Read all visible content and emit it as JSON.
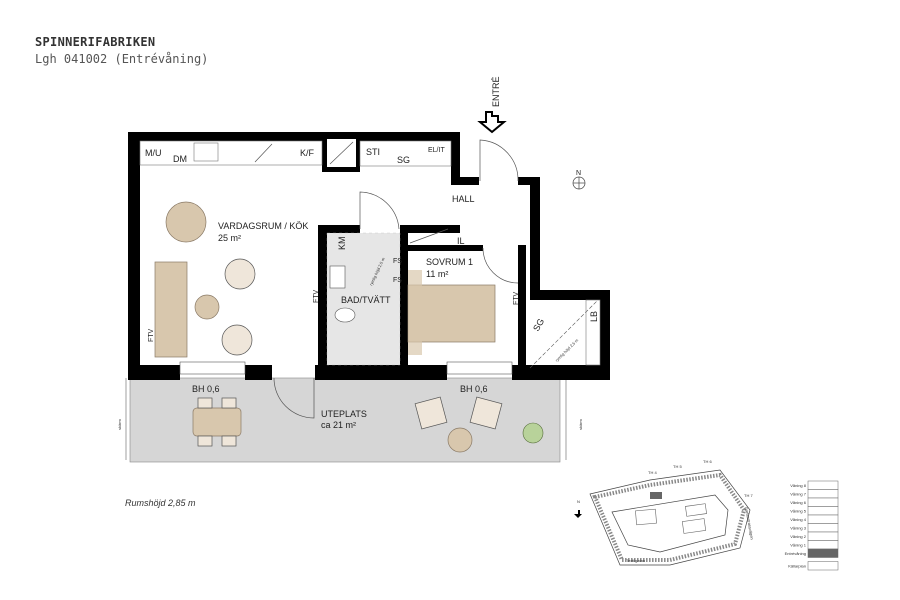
{
  "header": {
    "project": "SPINNERIFABRIKEN",
    "apartment": "Lgh 041002 (Entrévåning)"
  },
  "plan": {
    "entrance": "ENTRÉ",
    "fixtures": {
      "mu": "M/U",
      "dm": "DM",
      "kf": "K/F",
      "sti": "STI",
      "sg_top": "SG",
      "elit": "EL/IT",
      "km": "KM",
      "il": "IL",
      "fs1": "FS",
      "fs2": "FS",
      "lb": "LB",
      "sg_right": "SG",
      "ftv1": "FTV",
      "ftv2": "FTV",
      "ftv3": "FTV",
      "note_bath": "rymlig höjd 2,5 m",
      "note_sg": "rymlig höjd 2,5 m"
    },
    "rooms": [
      {
        "name": "VARDAGSRUM / KÖK",
        "area": "25 m²"
      },
      {
        "name": "HALL",
        "area": ""
      },
      {
        "name": "BAD/TVÄTT",
        "area": ""
      },
      {
        "name": "SOVRUM 1",
        "area": "11 m²"
      },
      {
        "name": "UTEPLATS",
        "area": "ca 21 m²"
      }
    ],
    "windows": [
      "BH 0,6",
      "BH 0,6"
    ],
    "screens": [
      "skärm",
      "skärm"
    ],
    "ceiling_height": "Rumshöjd 2,85 m",
    "north": "N"
  },
  "key_plan": {
    "stairs": [
      "TH 4",
      "TH 5",
      "TH 6",
      "TH 7"
    ],
    "streets": [
      "Textilgatan",
      "Garlasstrassvägen"
    ],
    "north": "N",
    "floors": [
      "Våning 8",
      "Våning 7",
      "Våning 6",
      "Våning 5",
      "Våning 4",
      "Våning 3",
      "Våning 2",
      "Våning 1",
      "Entrévåning",
      "Källarplan"
    ],
    "current_floor": "Entrévåning",
    "highlight_color": "#666666"
  },
  "colors": {
    "terrace": "#d6d6d6",
    "furniture": "#d8c7ad",
    "wall": "#000000"
  }
}
